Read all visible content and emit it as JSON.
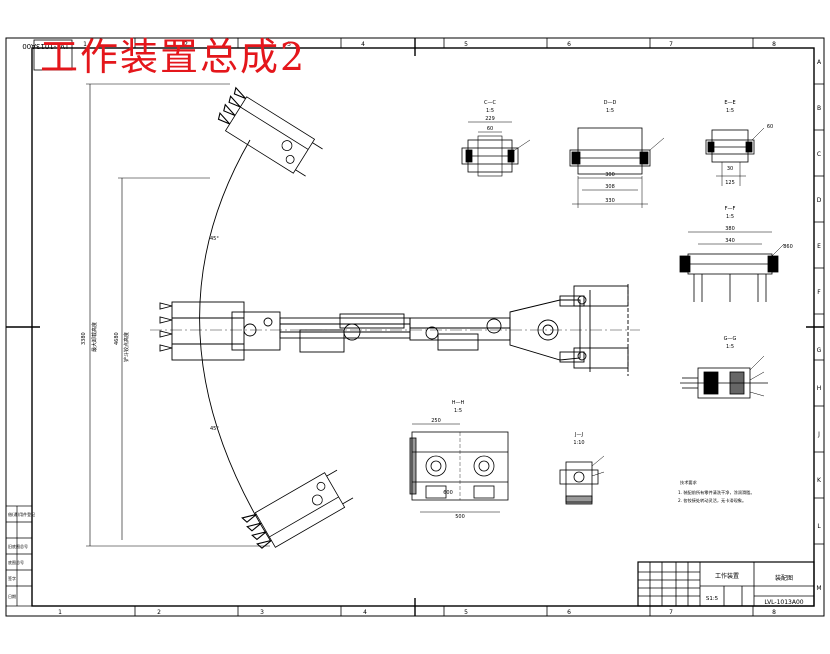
{
  "title": "工作装置总成2",
  "drawing_number": "LVL-1013A00",
  "drawing_number_rotated": "LVL-1013A00",
  "scale": "S1:5",
  "part_name": "装配图",
  "title_block_label": "工作装置",
  "col_labels": [
    "1",
    "2",
    "3",
    "4",
    "5",
    "6",
    "7",
    "8"
  ],
  "row_labels": [
    "A",
    "B",
    "C",
    "D",
    "E",
    "F",
    "G",
    "H",
    "J",
    "K",
    "L",
    "M"
  ],
  "sections": {
    "cc": {
      "label": "C—C",
      "scale": "1:5",
      "dim_top": "229",
      "dim_inner": "60"
    },
    "dd": {
      "label": "D—D",
      "scale": "1:5",
      "dim_1": "300",
      "dim_2": "308",
      "dim_3": "330"
    },
    "ee": {
      "label": "E—E",
      "scale": "1:5",
      "dim_1": "30",
      "dim_2": "125",
      "dim_3": "60"
    },
    "ff": {
      "label": "F—F",
      "scale": "1:5",
      "dim_1": "380",
      "dim_2": "340",
      "dim_3": "860"
    },
    "gg": {
      "label": "G—G",
      "scale": "1:5"
    },
    "hh": {
      "label": "H—H",
      "scale": "1:5",
      "dim_1": "250",
      "dim_2": "600",
      "dim_3": "500"
    },
    "jj": {
      "label": "J—J",
      "scale": "1:10"
    }
  },
  "main_view": {
    "dim_vertical_1": "3380",
    "dim_vertical_1_sub": "最大卸载高度",
    "dim_vertical_2": "4680",
    "dim_vertical_2_sub": "铲斗铰点高度",
    "angle_top": "45°",
    "angle_bottom": "45°"
  },
  "notes": {
    "heading": "技术要求",
    "line1": "1. 装配前所有零件清洗干净，涂润滑脂。",
    "line2": "2. 各铰接处转动灵活，无卡滞现象。"
  },
  "left_strip": [
    "借(通)用件登记",
    "旧底图总号",
    "底图总号",
    "签字",
    "日期"
  ]
}
